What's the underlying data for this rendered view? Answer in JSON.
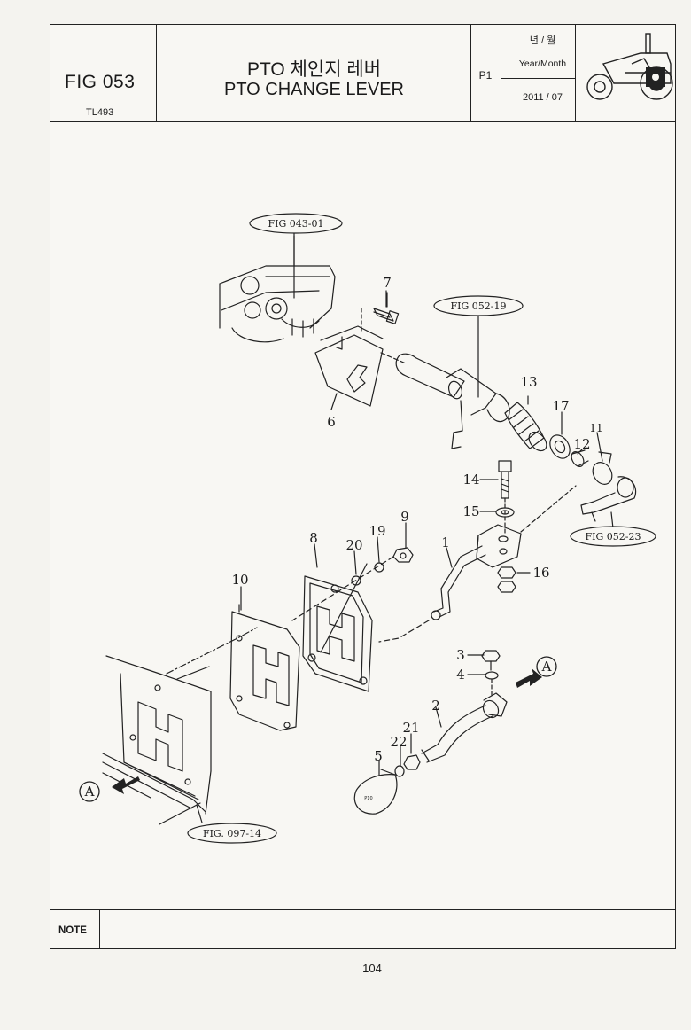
{
  "header": {
    "figure_number": "FIG 053",
    "model": "TL493",
    "title_korean": "PTO 체인지 레버",
    "title_english": "PTO CHANGE LEVER",
    "page_code": "P1",
    "year_month_korean": "년 / 월",
    "year_month_label": "Year/Month",
    "year_month_value": "2011 / 07",
    "logo_icon": "tractor-icon"
  },
  "diagram": {
    "figure_references": [
      "FIG 043-01",
      "FIG 052-19",
      "FIG 052-23",
      "FIG. 097-14"
    ],
    "view_marker": "A",
    "part_callouts": [
      "1",
      "2",
      "3",
      "4",
      "5",
      "6",
      "7",
      "8",
      "9",
      "10",
      "11",
      "12",
      "13",
      "14",
      "15",
      "16",
      "17",
      "19",
      "20",
      "21",
      "22"
    ],
    "knob_marking": "P10"
  },
  "footer": {
    "note_label": "NOTE",
    "note_text": "",
    "page_number": "104"
  }
}
